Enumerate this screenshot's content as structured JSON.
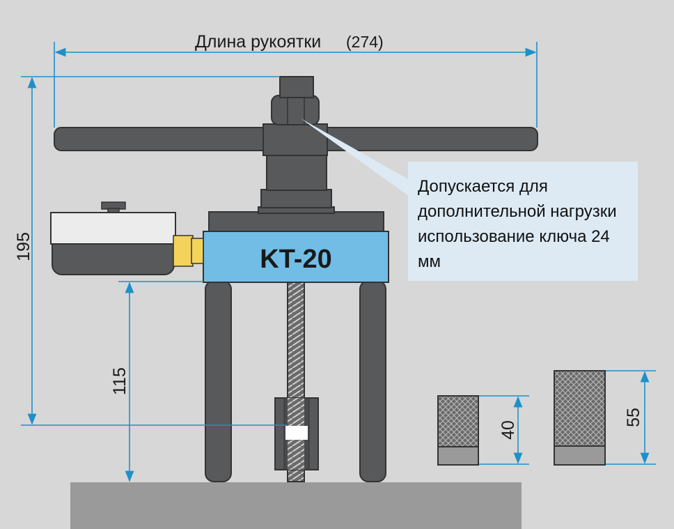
{
  "diagram": {
    "handle_length_label": "Длина рукоятки",
    "handle_length_value": "(274)",
    "dim_total_height": "195",
    "dim_leg_height": "115",
    "model_label": "KT-20",
    "callout_text": "Допускается для дополнительной нагрузки использование ключа 24 мм",
    "insert_small_height": "40",
    "insert_large_height": "55"
  },
  "colors": {
    "background": "#d7d7d7",
    "dimension_line": "#1e90c8",
    "tool_body": "#58595b",
    "label_plate": "#72bde6",
    "callout_bg": "#ddeaf4",
    "base": "#9a9a9a",
    "brass": "#f3d35a"
  }
}
